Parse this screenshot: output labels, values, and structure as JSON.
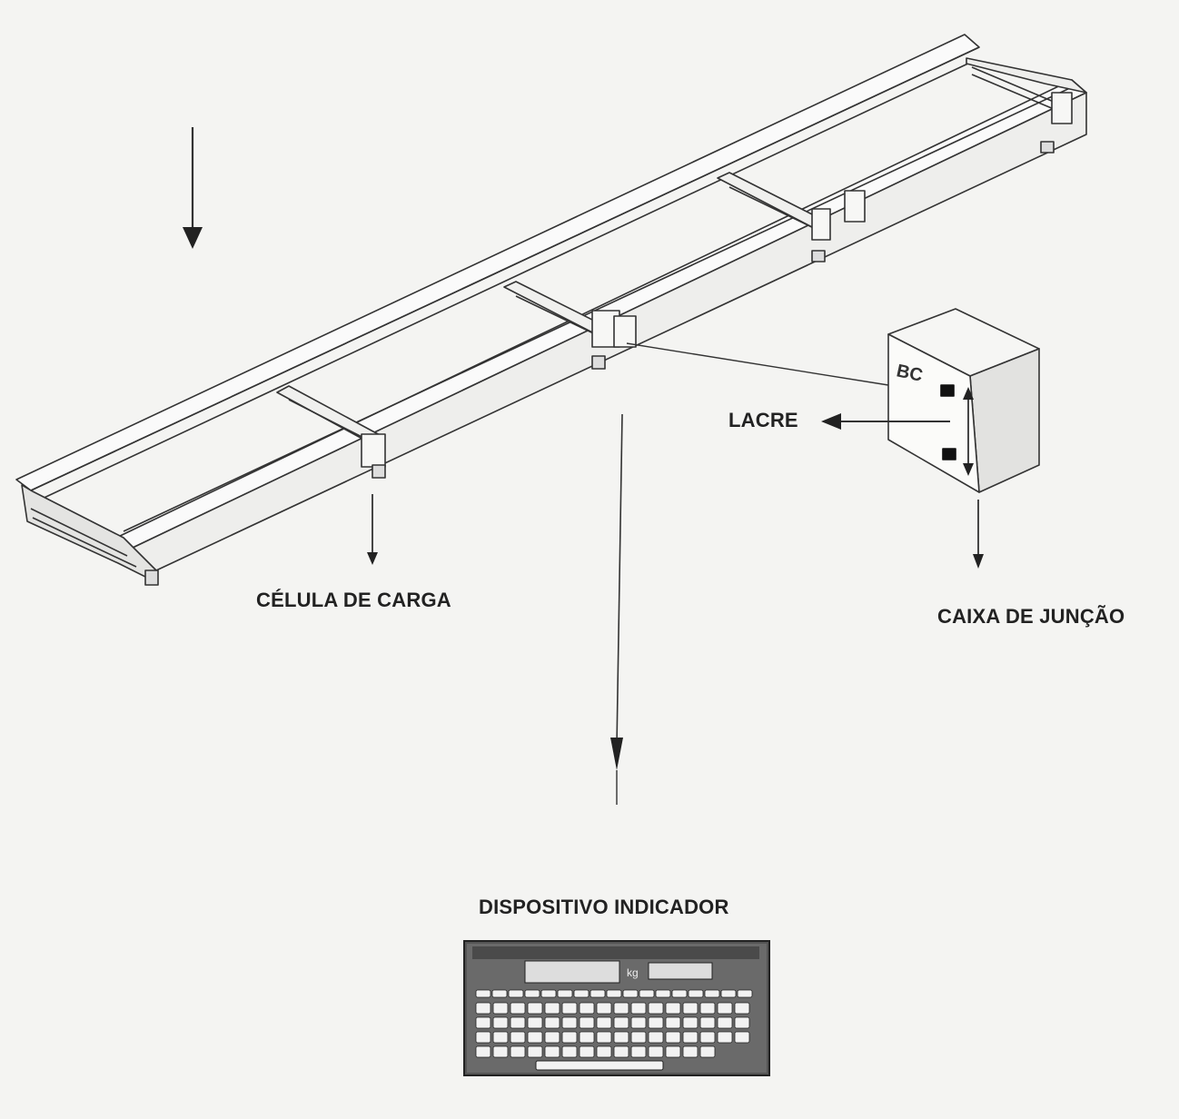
{
  "labels": {
    "load_cell": "CÉLULA DE CARGA",
    "junction_box": "CAIXA DE JUNÇÃO",
    "seal": "LACRE",
    "indicator_device": "DISPOSITIVO INDICADOR"
  },
  "junction_box": {
    "brand_mark": "BC"
  },
  "indicator": {
    "display_unit": "kg"
  },
  "colors": {
    "ink": "#222222",
    "paper": "#f4f4f2",
    "indicator_body": "#555555"
  }
}
